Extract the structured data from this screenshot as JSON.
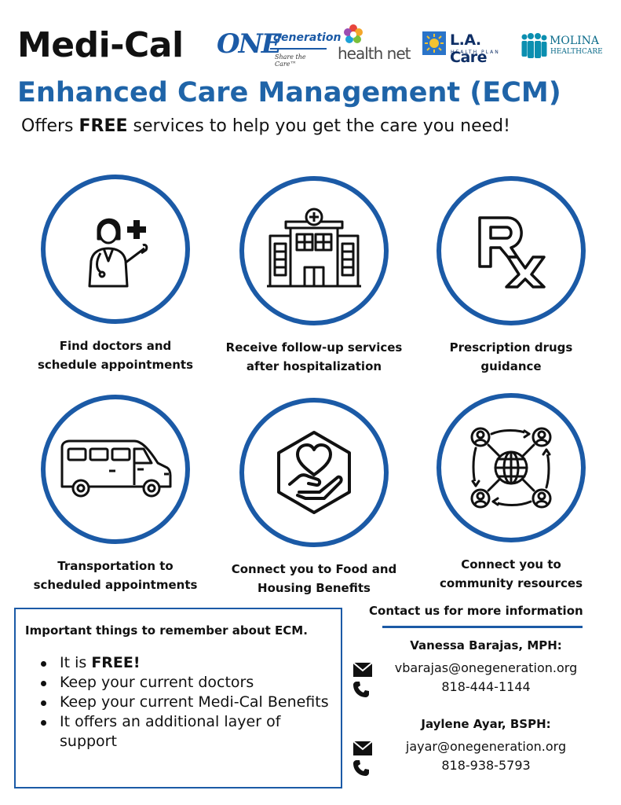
{
  "header": {
    "program": "Medi-Cal",
    "title": "Enhanced Care Management (ECM)",
    "tagline_prefix": "Offers ",
    "tagline_bold": "FREE",
    "tagline_suffix": " services to help you get the care you need!"
  },
  "logos": {
    "onegeneration_big": "ONE",
    "onegeneration_small": "generation",
    "onegeneration_tag": "Share the Care™",
    "healthnet": "health net",
    "lacare": "L.A. Care",
    "lacare_sub": "HEALTH PLAN",
    "molina": "MOLINA",
    "molina_sub": "HEALTHCARE"
  },
  "services": [
    {
      "line1": "Find doctors and",
      "line2": "schedule appointments",
      "icon": "doctor-icon"
    },
    {
      "line1": "Receive follow-up services",
      "line2": "after hospitalization",
      "icon": "hospital-icon"
    },
    {
      "line1": "Prescription drugs",
      "line2": "guidance",
      "icon": "rx-icon"
    },
    {
      "line1": "Transportation to",
      "line2": "scheduled appointments",
      "icon": "van-icon"
    },
    {
      "line1": "Connect you to Food and",
      "line2": "Housing Benefits",
      "icon": "heart-hand-icon"
    },
    {
      "line1": "Connect you to",
      "line2": "community resources",
      "icon": "network-icon"
    }
  ],
  "remember": {
    "heading": "Important things to remember about ECM.",
    "item1_prefix": "It is ",
    "item1_bold": "FREE!",
    "item2": "Keep your current doctors",
    "item3": "Keep your current Medi-Cal Benefits",
    "item4": "It offers an additional layer of support"
  },
  "contact": {
    "heading": "Contact us for more information",
    "people": [
      {
        "name": "Vanessa Barajas, MPH:",
        "email": "vbarajas@onegeneration.org",
        "phone": "818-444-1144"
      },
      {
        "name": "Jaylene Ayar, BSPH:",
        "email": "jayar@onegeneration.org",
        "phone": "818-938-5793"
      }
    ]
  },
  "colors": {
    "accent": "#1b5aa6",
    "title_blue": "#1f64a8"
  }
}
